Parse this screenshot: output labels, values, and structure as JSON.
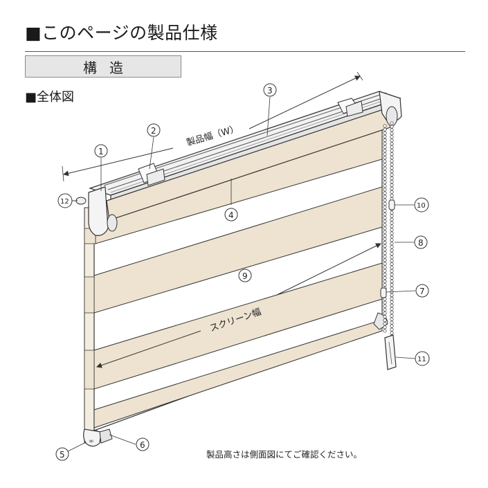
{
  "page": {
    "title": "■このページの製品仕様",
    "section": "構造",
    "subtitle": "■全体図",
    "note": "製品高さは側面図にてご確認ください。"
  },
  "diagram": {
    "width_label": "製品幅（W）",
    "screen_width_label": "スクリーン幅",
    "callouts": [
      "①",
      "②",
      "③",
      "④",
      "⑤",
      "⑥",
      "⑦",
      "⑧",
      "⑨",
      "⑩",
      "⑪",
      "⑫"
    ]
  },
  "colors": {
    "fabric_band": "#ede3d0",
    "sheer_band": "#ffffff",
    "outline": "#333333",
    "rail": "#e9e9e9"
  }
}
